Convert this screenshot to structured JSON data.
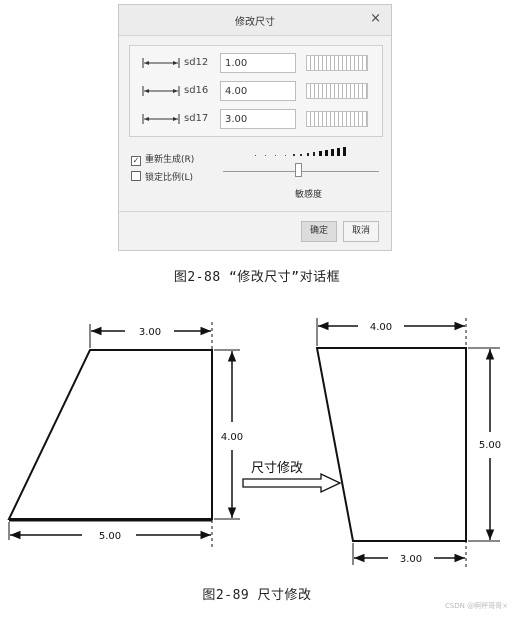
{
  "dialog": {
    "title": "修改尺寸",
    "close_glyph": "×",
    "dimensions": [
      {
        "name": "sd12",
        "value": "1.00"
      },
      {
        "name": "sd16",
        "value": "4.00"
      },
      {
        "name": "sd17",
        "value": "3.00"
      }
    ],
    "regenerate": {
      "label": "重新生成(R)",
      "checked": true
    },
    "lock_scale": {
      "label": "锁定比例(L)",
      "checked": false
    },
    "sensitivity_label": "敏感度",
    "ok_label": "确定",
    "cancel_label": "取消"
  },
  "caption_top": "图2-88  “修改尺寸”对话框",
  "figure": {
    "left_shape": {
      "top": "3.00",
      "right": "4.00",
      "bottom": "5.00"
    },
    "arrow_label": "尺寸修改",
    "right_shape": {
      "top": "4.00",
      "right": "5.00",
      "bottom": "3.00"
    }
  },
  "caption_bottom": "图2-89  尺寸修改",
  "watermark": "CSDN @啊秤哥哥×"
}
